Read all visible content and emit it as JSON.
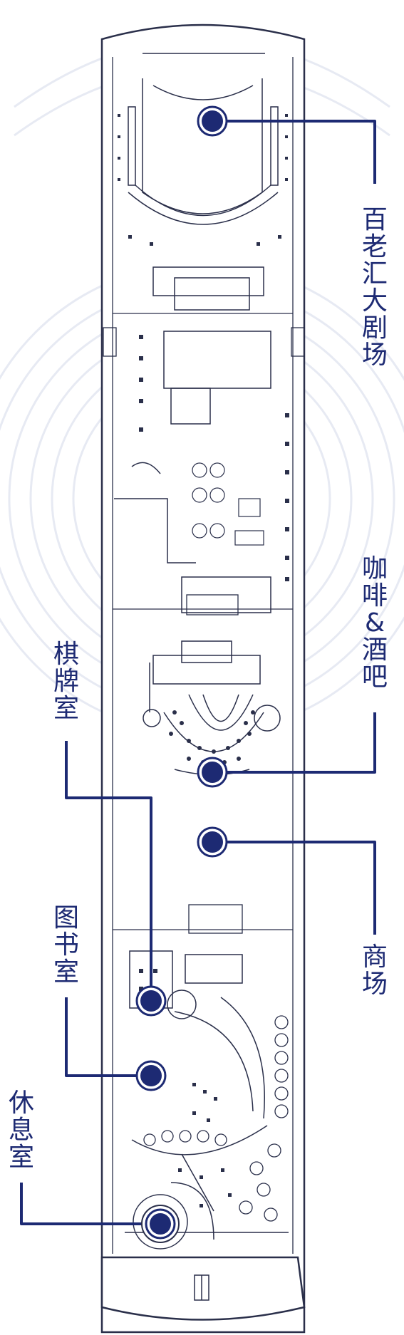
{
  "colors": {
    "accent": "#1d2a73",
    "deck_line": "#2a2f4a",
    "watermark": "#e7eaf3",
    "background": "#ffffff"
  },
  "labels": {
    "theater": "百老汇大剧场",
    "cafe_bar": "咖啡&酒吧",
    "mall": "商场",
    "chess_room": "棋牌室",
    "library": "图书室",
    "lounge": "休息室"
  }
}
